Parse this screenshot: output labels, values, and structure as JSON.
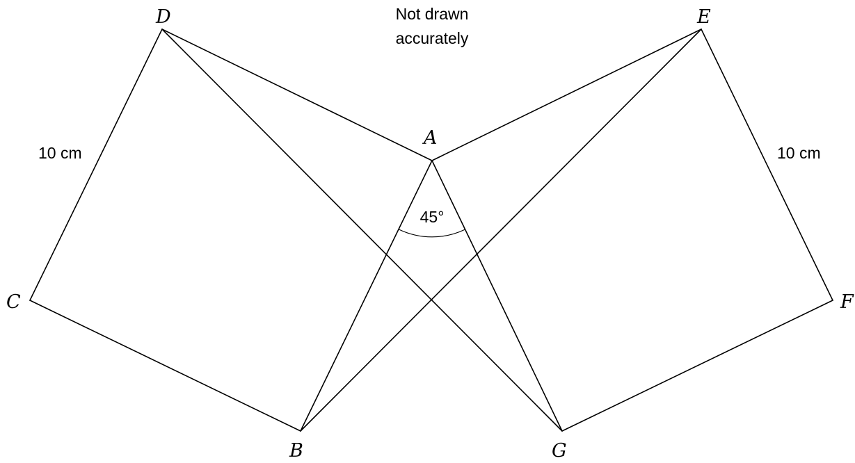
{
  "vertices": {
    "A": "A",
    "B": "B",
    "C": "C",
    "D": "D",
    "E": "E",
    "F": "F",
    "G": "G"
  },
  "note": {
    "line1": "Not drawn",
    "line2": "accurately"
  },
  "side_left": "10 cm",
  "side_right": "10 cm",
  "angle": "45°"
}
